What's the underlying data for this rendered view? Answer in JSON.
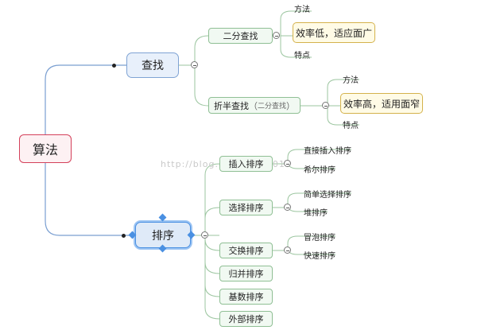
{
  "root": "算法",
  "search": {
    "label": "查找",
    "binary": "二分查找",
    "binary_method": "方法",
    "binary_note": "效率低，适应面广",
    "binary_feature": "特点",
    "halfsearch": "折半查找",
    "halfsearch_alias": "二分查找",
    "halfsearch_paren_open": "（",
    "halfsearch_paren_close": "）",
    "halfsearch_method": "方法",
    "halfsearch_note": "效率高，适用面窄",
    "halfsearch_feature": "特点"
  },
  "sort": {
    "label": "排序",
    "insert": "插入排序",
    "insert_items": [
      "直接插入排序",
      "希尔排序"
    ],
    "select": "选择排序",
    "select_items": [
      "简单选择排序",
      "堆排序"
    ],
    "swap": "交换排序",
    "swap_items": [
      "冒泡排序",
      "快速排序"
    ],
    "merge": "归并排序",
    "radix": "基数排序",
    "external": "外部排序"
  },
  "watermark": "http://blog.csdn.net/u010"
}
